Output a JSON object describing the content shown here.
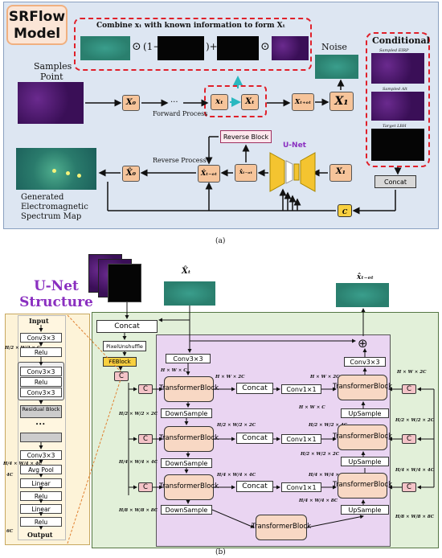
{
  "colors": {
    "panel_a_bg": "#dde6f2",
    "orange_node": "#f6c49a",
    "unet_outer_bg": "#e2f0d9",
    "unet_inner_bg": "#ead5f2",
    "side_bg": "#fdf3d8",
    "dashed_red": "#e0202a",
    "teal_arrow": "#2ab8c0",
    "title_purple": "#8a2fc0"
  },
  "panel_a": {
    "title_line1": "SRFlow",
    "title_line2": "Model",
    "combine_text": "Combine xₜ with known information to form Xₜ",
    "odot": "⊙",
    "one_minus": "(1−",
    "close_plus": ")+",
    "noise": "Noise",
    "conditional": "Conditional",
    "sampled_eirp": "Sampled EIRP",
    "sampled_alt": "Sampled Alt",
    "target_lbh": "Target LBH",
    "samples_point_1": "Samples",
    "samples_point_2": "Point",
    "x0": "X₀",
    "dots": "...",
    "xt_small": "xₜ",
    "xt": "Xₜ",
    "xtdt": "Xₜ₊ₒₜ",
    "x1": "X₁",
    "forward_process": "Forward Process",
    "reverse_block": "Reverse Block",
    "unet_label": "U-Net",
    "reverse_process": "Reverse Process",
    "x0_hat": "X̂₀",
    "xtmdt_hat": "X̂ₜ₋ₒₜ",
    "xtmdt_small": "x̂ₜ₋ₒₜ",
    "x1_right": "X₁",
    "concat": "Concat",
    "c": "C",
    "gen_1": "Generated",
    "gen_2": "Electromagnetic",
    "gen_3": "Spectrum Map",
    "caption": "(a)"
  },
  "panel_b": {
    "title_line1": "U-Net",
    "title_line2": "Structure",
    "xt_hat_label": "X̂ₜ",
    "xtmdt_hat_label": "x̂ₜ₋ₒₜ",
    "concat": "Concat",
    "pixel_unshuffle": "PixelUnshuffle",
    "feblock": "FEBlock",
    "c": "C",
    "conv3x3": "Conv3×3",
    "conv1x1": "Conv1×1",
    "transformer_block_1": "Transformer",
    "transformer_block_2": "Block",
    "downsample": "DownSample",
    "upsample": "UpSample",
    "plus": "⊕",
    "dims": {
      "hwc": "H × W × C",
      "hw2c": "H × W × 2C",
      "half_2c": "H/2 × W/2 × 2C",
      "half_4c": "H/2 × W/2 × 4C",
      "quarter_4c": "H/4 × W/4 × 4C",
      "quarter_8c": "H/4 × W/4 × 8C",
      "eighth_8c": "H/8 × W/8 × 8C",
      "half_c": "H/2 × W/2 × C",
      "four_c": "4C",
      "six_c": "6C"
    },
    "side": {
      "input": "Input",
      "conv": "Conv3×3",
      "relu": "Relu",
      "residual": "Residual Block",
      "avgpool": "Avg Pool",
      "linear": "Linear",
      "output": "Output",
      "dots": "•••"
    },
    "caption": "(b)"
  }
}
